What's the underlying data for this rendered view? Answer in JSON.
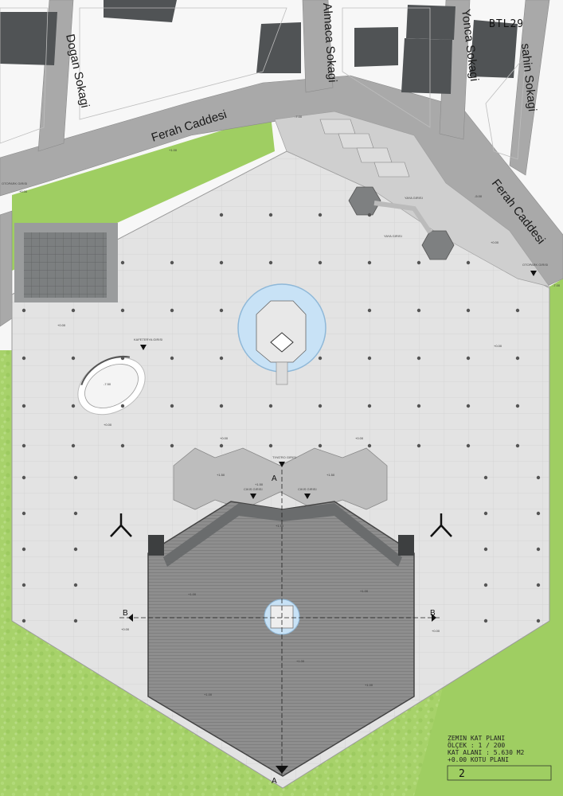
{
  "project_code": "BTL29",
  "streets": {
    "dogan": "Dogan Sokagi",
    "almaca": "Almaca Sokagi",
    "yonca": "Yonca Sokagi",
    "sahin": "sahin Sokagi",
    "ferah_top": "Ferah Caddesi",
    "ferah_right": "Ferah Caddesi"
  },
  "title_block": {
    "line1": "ZEMIN KAT PLANI",
    "line2": "ÖLÇEK : 1 / 200",
    "line3": "KAT ALANI : 5.630 M2",
    "line4": "+0.00 KOTU PLANI",
    "page": "2"
  },
  "section_marks": {
    "a_top": "A",
    "a_bottom": "A",
    "b_left": "B",
    "b_right": "B"
  },
  "levels": {
    "lvl_top_green": "+1.00",
    "lvl_plaza_upper_left": "+0.00",
    "lvl_left_mid": "+0.00",
    "lvl_right_mid": "+0.00",
    "lvl_ramp_top": "-7.00",
    "lvl_right_street": "-5.00",
    "lvl_right_edge": "-7.00",
    "lvl_pond": "-7.50",
    "lvl_pond_right": "+0.00",
    "lvl_left_lower": "+0.00",
    "lvl_center_left": "+0.00",
    "lvl_center_right": "+0.00",
    "lvl_hex_left": "+1.50",
    "lvl_hex_right": "+1.50",
    "lvl_hex_center": "+1.50",
    "lvl_core_top": "+1.50",
    "lvl_inner_left": "+1.00",
    "lvl_inner_right": "+1.00",
    "lvl_b_left": "+0.00",
    "lvl_b_right": "+0.00",
    "lvl_bottom_a": "+1.00",
    "lvl_bottom_b": "+1.00",
    "lvl_bottom_c": "+1.00"
  },
  "entrance_labels": {
    "otopark_left": "OTOPARK GIRISI",
    "otopark_right": "OTOPARK GIRISI",
    "yaya_1": "YAYA GIRISI",
    "yaya_2": "YAYA GIRISI",
    "kafeterya": "KAFETERYA GIRISI",
    "tiyatro": "TIYATRO GIRISI",
    "cikis_left": "CIKIS GIRISI",
    "cikis_right": "CIKIS GIRISI"
  },
  "colors": {
    "grass": "#9fce62",
    "grass_light": "#bfe08c",
    "road": "#a9a9a9",
    "plaza": "#e2e2e2",
    "building": "#505355",
    "water": "#c8e2f6"
  }
}
